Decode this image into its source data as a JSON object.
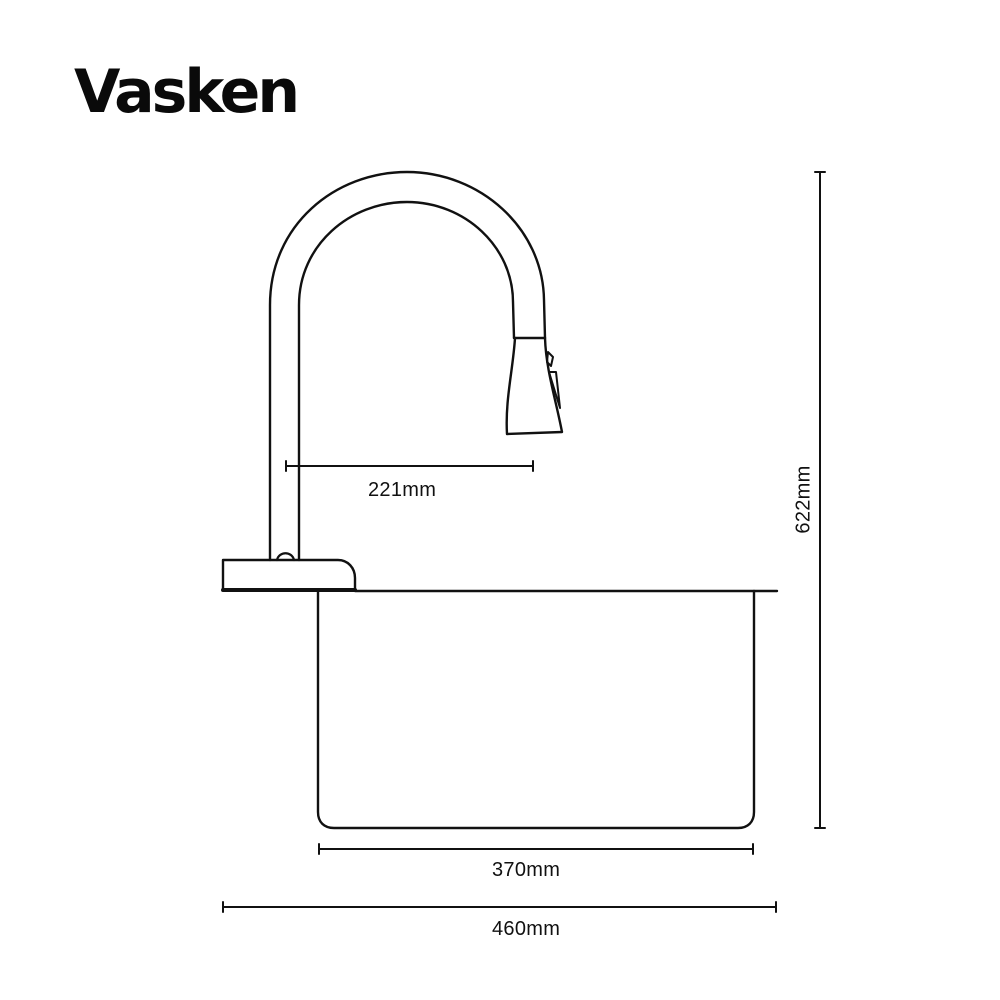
{
  "brand": {
    "name": "Vasken"
  },
  "dimensions": {
    "spout_reach": {
      "label": "221mm",
      "value": 221,
      "unit": "mm"
    },
    "total_height": {
      "label": "622mm",
      "value": 622,
      "unit": "mm"
    },
    "basin_width": {
      "label": "370mm",
      "value": 370,
      "unit": "mm"
    },
    "overall_width": {
      "label": "460mm",
      "value": 460,
      "unit": "mm"
    }
  },
  "colors": {
    "line": "#111111",
    "background": "#ffffff"
  }
}
